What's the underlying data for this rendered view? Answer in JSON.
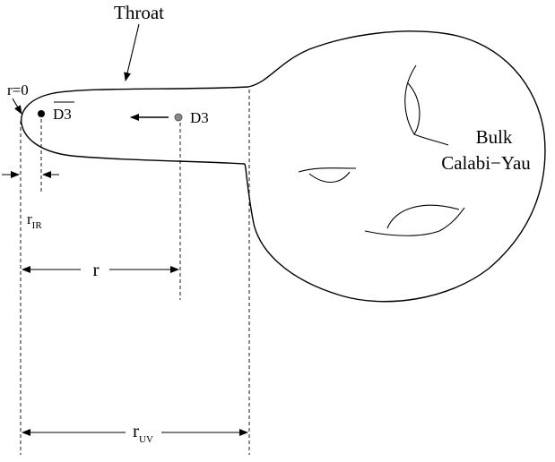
{
  "labels": {
    "throat": "Throat",
    "r_zero": "r=0",
    "anti_d3": "D3",
    "d3": "D3",
    "bulk": "Bulk",
    "calabi_yau": "Calabi−Yau",
    "r_ir_main": "r",
    "r_ir_sub": "IR",
    "r": "r",
    "r_uv_main": "r",
    "r_uv_sub": "UV"
  },
  "colors": {
    "anti_d3_dot": "#000000",
    "d3_dot": "#888888"
  }
}
